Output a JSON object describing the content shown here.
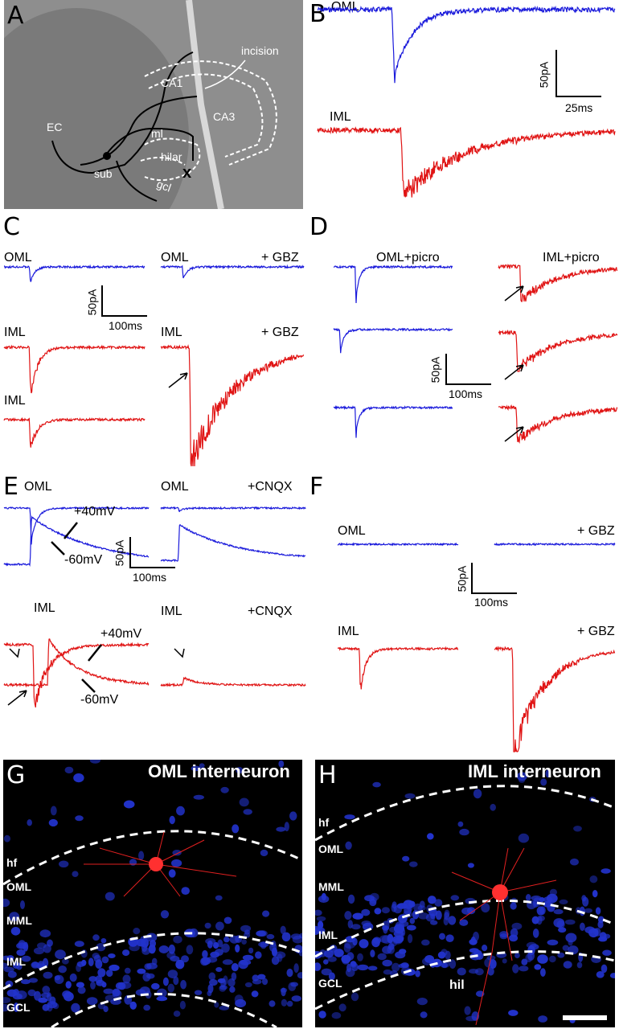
{
  "panels": {
    "A": {
      "label": "A",
      "labels": {
        "incision": "incision",
        "ca1": "CA1",
        "ca3": "CA3",
        "ec": "EC",
        "sub": "sub",
        "ml": "ml",
        "hilar": "hilar",
        "gcl": "gcl",
        "x": "x"
      }
    },
    "B": {
      "label": "B",
      "trace1": "OML",
      "trace2": "IML",
      "scale_y": "50pA",
      "scale_x": "25ms"
    },
    "C": {
      "label": "C",
      "oml": "OML",
      "oml_gbz": "OML",
      "gbz1": "+ GBZ",
      "iml1": "IML",
      "iml2": "IML",
      "iml_gbz": "IML",
      "gbz2": "+ GBZ",
      "scale_y": "50pA",
      "scale_x": "100ms"
    },
    "D": {
      "label": "D",
      "oml_picro": "OML+picro",
      "iml_picro": "IML+picro",
      "scale_y": "50pA",
      "scale_x": "100ms"
    },
    "E": {
      "label": "E",
      "oml": "OML",
      "oml2": "OML",
      "cnqx1": "+CNQX",
      "plus40a": "+40mV",
      "minus60a": "-60mV",
      "iml": "IML",
      "iml2": "IML",
      "cnqx2": "+CNQX",
      "plus40b": "+40mV",
      "minus60b": "-60mV",
      "scale_y": "50pA",
      "scale_x": "100ms"
    },
    "F": {
      "label": "F",
      "oml": "OML",
      "gbz1": "+ GBZ",
      "iml": "IML",
      "gbz2": "+ GBZ",
      "scale_y": "50pA",
      "scale_x": "100ms"
    },
    "G": {
      "label": "G",
      "title": "OML interneuron",
      "hf": "hf",
      "oml": "OML",
      "mml": "MML",
      "iml": "IML",
      "gcl": "GCL"
    },
    "H": {
      "label": "H",
      "title": "IML interneuron",
      "hf": "hf",
      "oml": "OML",
      "mml": "MML",
      "iml": "IML",
      "gcl": "GCL",
      "hil": "hil"
    }
  },
  "colors": {
    "blue": "#1a1adb",
    "red": "#e01414",
    "slice": "#7d7d7d",
    "nuclei": "#2233cc"
  }
}
